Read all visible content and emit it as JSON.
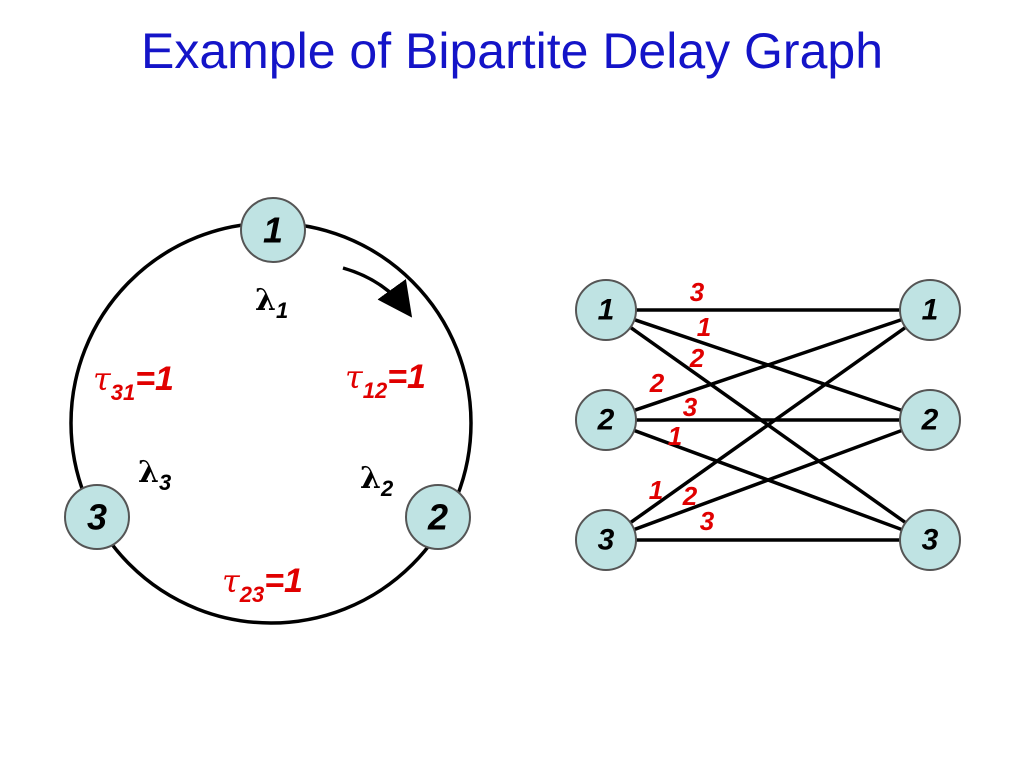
{
  "title": "Example of Bipartite Delay Graph",
  "colors": {
    "title": "#1414c8",
    "node_fill": "#bfe3e3",
    "delay_text": "#e00000",
    "edges": "#000000"
  },
  "ring_graph": {
    "nodes": [
      {
        "label": "1"
      },
      {
        "label": "2"
      },
      {
        "label": "3"
      }
    ],
    "lambdas": [
      {
        "symbol": "λ",
        "sub": "1"
      },
      {
        "symbol": "λ",
        "sub": "2"
      },
      {
        "symbol": "λ",
        "sub": "3"
      }
    ],
    "delays": [
      {
        "symbol": "τ",
        "sub": "31",
        "rest": "=1"
      },
      {
        "symbol": "τ",
        "sub": "12",
        "rest": "=1"
      },
      {
        "symbol": "τ",
        "sub": "23",
        "rest": "=1"
      }
    ],
    "direction_arrow": "clockwise"
  },
  "bipartite_graph": {
    "left_nodes": [
      {
        "label": "1"
      },
      {
        "label": "2"
      },
      {
        "label": "3"
      }
    ],
    "right_nodes": [
      {
        "label": "1"
      },
      {
        "label": "2"
      },
      {
        "label": "3"
      }
    ],
    "edges": [
      {
        "from": "1",
        "to": "1",
        "weight": "3"
      },
      {
        "from": "1",
        "to": "2",
        "weight": "1"
      },
      {
        "from": "1",
        "to": "3",
        "weight": "2"
      },
      {
        "from": "2",
        "to": "1",
        "weight": "2"
      },
      {
        "from": "2",
        "to": "2",
        "weight": "3"
      },
      {
        "from": "2",
        "to": "3",
        "weight": "1"
      },
      {
        "from": "3",
        "to": "1",
        "weight": "1"
      },
      {
        "from": "3",
        "to": "2",
        "weight": "2"
      },
      {
        "from": "3",
        "to": "3",
        "weight": "3"
      }
    ]
  }
}
